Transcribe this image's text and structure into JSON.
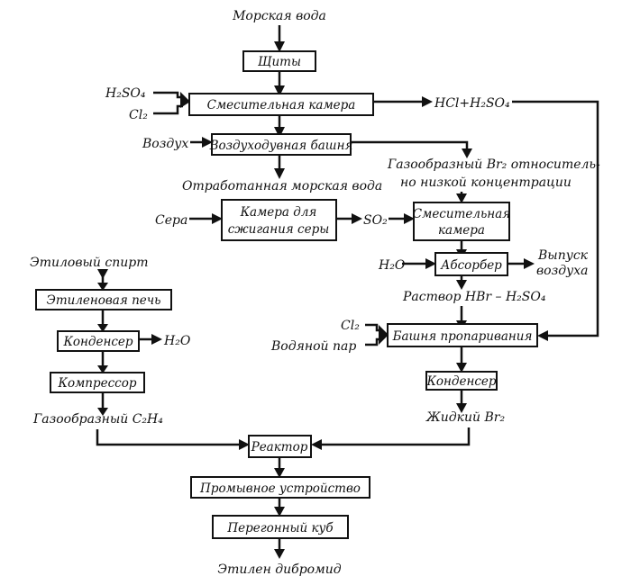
{
  "boxes": {
    "shity": "Щиты",
    "mixing1": "Смесительная камера",
    "tower": "Воздуходувная башня",
    "burn1": "Камера для",
    "burn2": "сжигания серы",
    "mixing2a": "Смесительная",
    "mixing2b": "камера",
    "absorber": "Абсорбер",
    "steam_tower": "Башня пропаривания",
    "condenser_r": "Конденсер",
    "ethylene_furnace": "Этиленовая печь",
    "condenser_l": "Конденсер",
    "compressor": "Компрессор",
    "reactor": "Реактор",
    "washer": "Промывное устройство",
    "still": "Перегонный куб"
  },
  "labels": {
    "seawater": "Морская вода",
    "h2so4_in": "H₂SO₄",
    "cl2_in": "Cl₂",
    "hcl_h2so4": "HCl+H₂SO₄",
    "air": "Воздух",
    "spent_water": "Отработанная морская вода",
    "gaseous_br2_1": "Газообразный Br₂ относитель-",
    "gaseous_br2_2": "но низкой концентрации",
    "sulfur": "Сера",
    "so2": "SO₂",
    "h2o_abs": "H₂O",
    "air_out_1": "Выпуск",
    "air_out_2": "воздуха",
    "hbr_solution": "Раствор HBr – H₂SO₄",
    "cl2_steam": "Cl₂",
    "water_steam": "Водяной пар",
    "liquid_br2": "Жидкий Br₂",
    "ethanol": "Этиловый спирт",
    "h2o_cond": "H₂O",
    "gaseous_c2h4": "Газообразный C₂H₄",
    "product": "Этилен дибромид"
  }
}
